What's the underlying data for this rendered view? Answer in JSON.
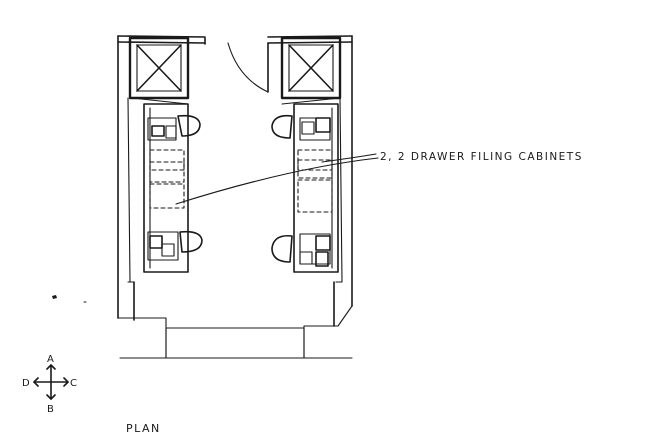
{
  "annotation": {
    "text": "2, 2 DRAWER FILING CABINETS"
  },
  "compass": {
    "north": "A",
    "south": "B",
    "east": "C",
    "west": "D"
  },
  "caption": {
    "text": "PLAN"
  }
}
